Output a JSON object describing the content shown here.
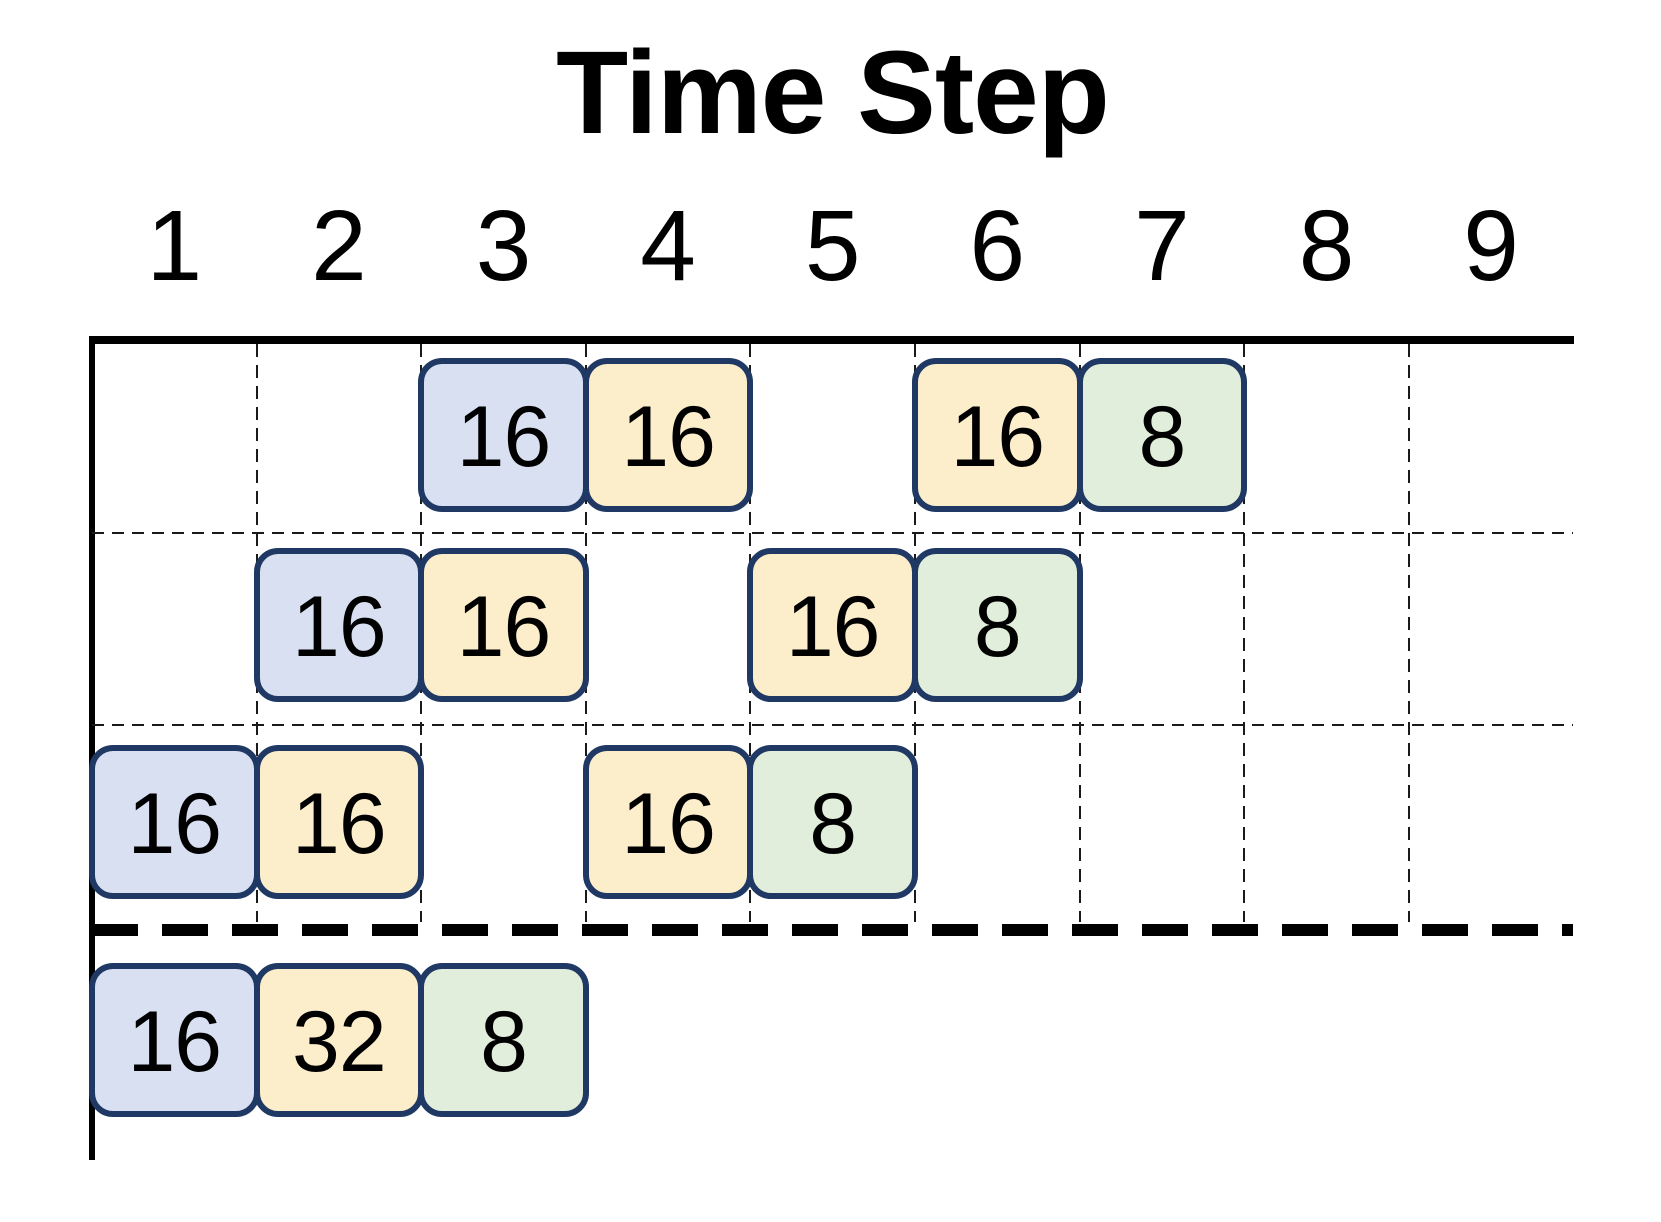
{
  "chart_data": {
    "type": "table",
    "title": "Time Step",
    "columns": [
      "1",
      "2",
      "3",
      "4",
      "5",
      "6",
      "7",
      "8",
      "9"
    ],
    "rows": [
      {
        "name": "pipeline-row-1",
        "blocks": [
          {
            "col": 3,
            "label": "16",
            "color": "blue"
          },
          {
            "col": 4,
            "label": "16",
            "color": "yellow"
          },
          {
            "col": 6,
            "label": "16",
            "color": "yellow"
          },
          {
            "col": 7,
            "label": "8",
            "color": "green"
          }
        ]
      },
      {
        "name": "pipeline-row-2",
        "blocks": [
          {
            "col": 2,
            "label": "16",
            "color": "blue"
          },
          {
            "col": 3,
            "label": "16",
            "color": "yellow"
          },
          {
            "col": 5,
            "label": "16",
            "color": "yellow"
          },
          {
            "col": 6,
            "label": "8",
            "color": "green"
          }
        ]
      },
      {
        "name": "pipeline-row-3",
        "blocks": [
          {
            "col": 1,
            "label": "16",
            "color": "blue"
          },
          {
            "col": 2,
            "label": "16",
            "color": "yellow"
          },
          {
            "col": 4,
            "label": "16",
            "color": "yellow"
          },
          {
            "col": 5,
            "label": "8",
            "color": "green"
          }
        ]
      },
      {
        "name": "pipeline-row-4-below-divider",
        "blocks": [
          {
            "col": 1,
            "label": "16",
            "color": "blue"
          },
          {
            "col": 2,
            "label": "32",
            "color": "yellow"
          },
          {
            "col": 3,
            "label": "8",
            "color": "green"
          }
        ]
      }
    ],
    "colors": {
      "blue": "#D8E0F1",
      "yellow": "#FCEECB",
      "green": "#E2EEDC",
      "block_border": "#1F3864",
      "grid": "#1A1A1A",
      "axis": "#000000"
    },
    "layout_hints": {
      "grid": "dashed vertical line at each time-step boundary; dashed horizontal lines between rows; thick dashed divider above bottom summary row",
      "legend_position": "none"
    }
  }
}
